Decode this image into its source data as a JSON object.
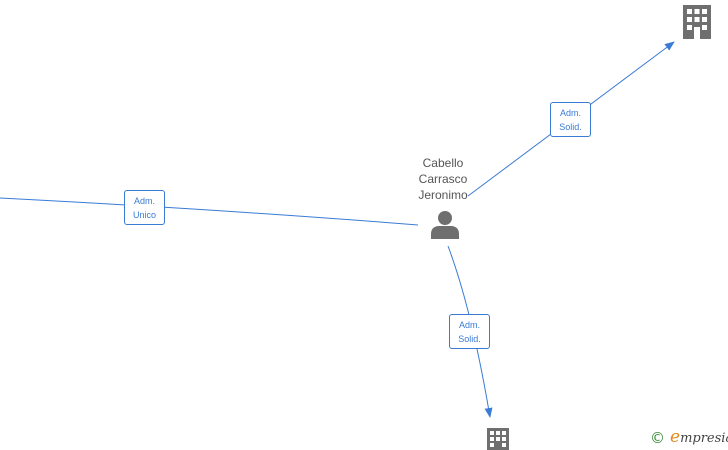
{
  "person": {
    "name_lines": [
      "Cabello",
      "Carrasco",
      "Jeronimo"
    ],
    "icon": "person-icon"
  },
  "companies": [
    {
      "id": "top-right",
      "icon": "building-icon"
    },
    {
      "id": "bottom",
      "icon": "building-icon"
    }
  ],
  "relations": [
    {
      "line1": "Adm.",
      "line2": "Unico"
    },
    {
      "line1": "Adm.",
      "line2": "Solid."
    },
    {
      "line1": "Adm.",
      "line2": "Solid."
    }
  ],
  "watermark": {
    "symbol": "©",
    "brand_initial": "e",
    "brand_rest": "mpresia"
  },
  "colors": {
    "edge": "#3a7bd5",
    "icon": "#6f6f6f",
    "text": "#555555"
  }
}
